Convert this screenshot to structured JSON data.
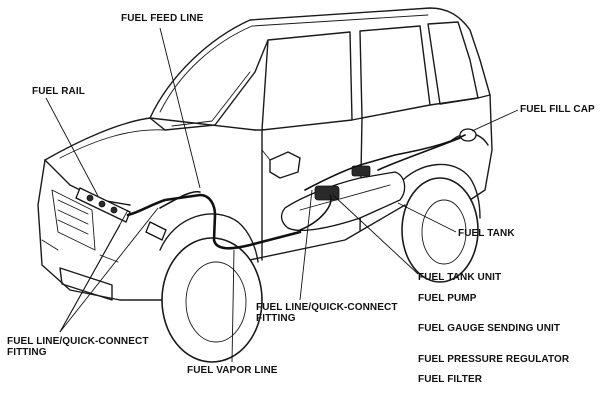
{
  "labels": {
    "fuel_feed_line": "FUEL FEED LINE",
    "fuel_rail": "FUEL RAIL",
    "fuel_fill_cap": "FUEL FILL CAP",
    "fuel_tank": "FUEL TANK",
    "fuel_tank_unit": "FUEL TANK UNIT",
    "fuel_pump": "FUEL PUMP",
    "fuel_gauge_sending_unit": "FUEL GAUGE SENDING UNIT",
    "fuel_pressure_regulator": "FUEL PRESSURE REGULATOR",
    "fuel_filter": "FUEL FILTER",
    "quick_connect_center_line1": "FUEL LINE/QUICK-CONNECT",
    "quick_connect_center_line2": "FITTING",
    "quick_connect_left_line1": "FUEL LINE/QUICK-CONNECT",
    "quick_connect_left_line2": "FITTING",
    "fuel_vapor_line": "FUEL VAPOR LINE"
  }
}
